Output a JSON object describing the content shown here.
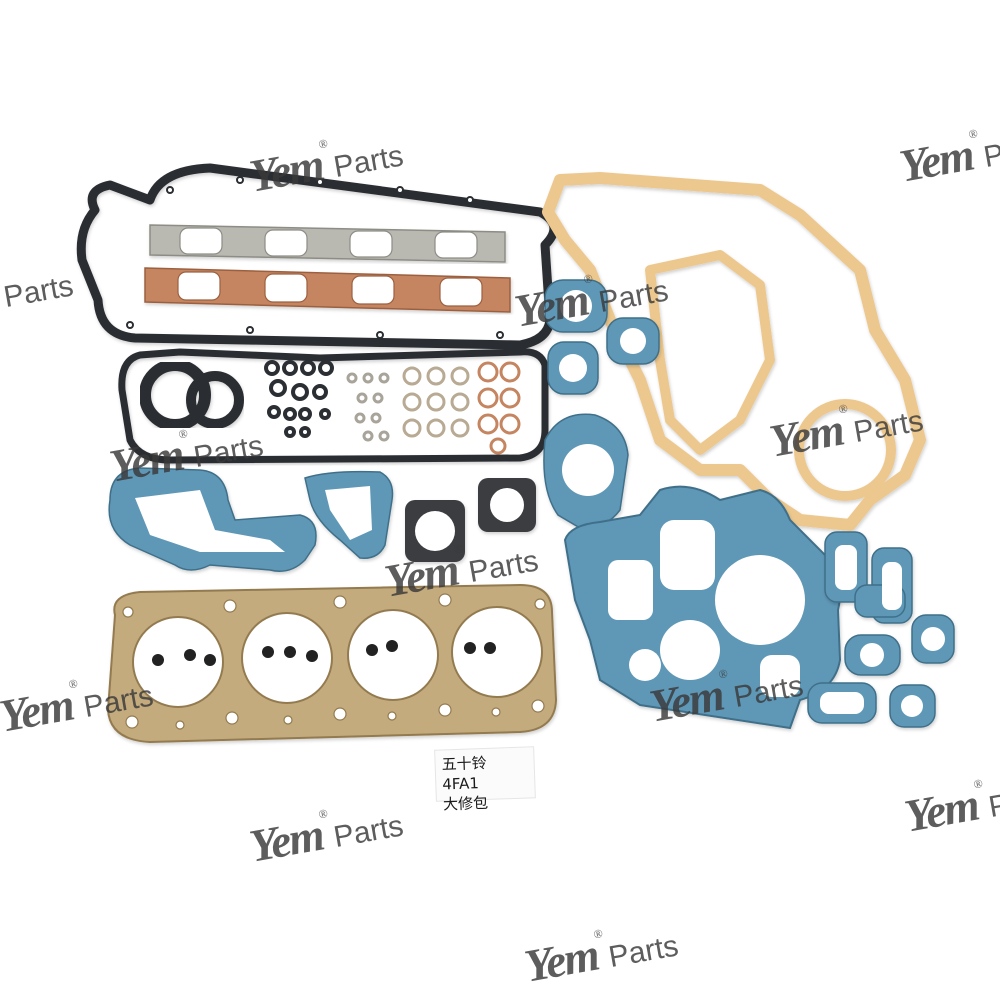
{
  "watermark": {
    "logo": "Yem",
    "reg": "®",
    "word": "Parts"
  },
  "label": {
    "line1": "五十铃 4FA1",
    "line2": "大修包"
  },
  "colors": {
    "background": "#ffffff",
    "rubber": "#2b2f33",
    "steel_gasket": "#b9b9b1",
    "copper_gasket": "#c58560",
    "blue_gasket": "#5f98b7",
    "paper_gasket": "#edc88e",
    "head_gasket": "#c4ab7e"
  }
}
